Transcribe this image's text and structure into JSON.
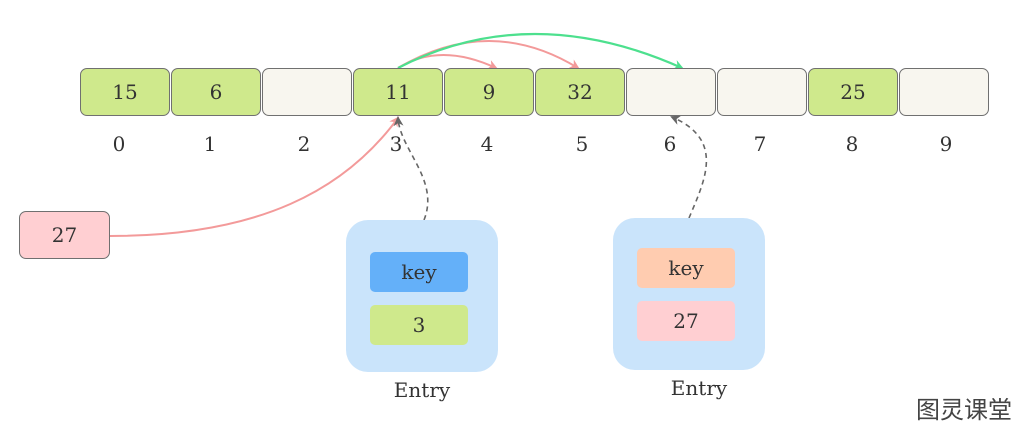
{
  "array": {
    "cells": [
      {
        "index": "0",
        "value": "15"
      },
      {
        "index": "1",
        "value": "6"
      },
      {
        "index": "2",
        "value": ""
      },
      {
        "index": "3",
        "value": "11"
      },
      {
        "index": "4",
        "value": "9"
      },
      {
        "index": "5",
        "value": "32"
      },
      {
        "index": "6",
        "value": ""
      },
      {
        "index": "7",
        "value": ""
      },
      {
        "index": "8",
        "value": "25"
      },
      {
        "index": "9",
        "value": ""
      }
    ]
  },
  "incoming": {
    "value": "27"
  },
  "entries": [
    {
      "key_label": "key",
      "value": "3",
      "caption": "Entry"
    },
    {
      "key_label": "key",
      "value": "27",
      "caption": "Entry"
    }
  ],
  "colors": {
    "filled": "#cfe98c",
    "empty": "#f8f6ef",
    "probe_arrow": "#f39a9a",
    "final_arrow": "#4de08e",
    "entry1_key": "#64b0f9",
    "entry2_key": "#ffccb0",
    "entry_bg": "#cae4fb"
  },
  "watermark": "图灵课堂"
}
